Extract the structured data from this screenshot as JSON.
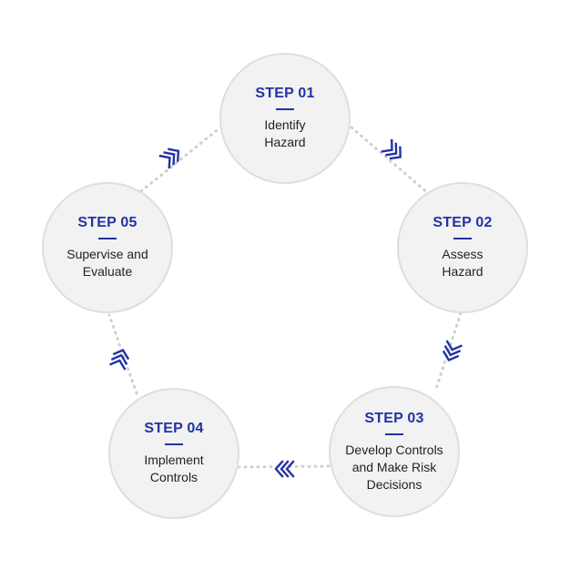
{
  "accent_color": "#2233a3",
  "steps": [
    {
      "title": "STEP 01",
      "lines": [
        "Identify",
        "Hazard"
      ]
    },
    {
      "title": "STEP 02",
      "lines": [
        "Assess",
        "Hazard"
      ]
    },
    {
      "title": "STEP 03",
      "lines": [
        "Develop Controls",
        "and Make Risk",
        "Decisions"
      ]
    },
    {
      "title": "STEP 04",
      "lines": [
        "Implement",
        "Controls"
      ]
    },
    {
      "title": "STEP 05",
      "lines": [
        "Supervise and",
        "Evaluate"
      ]
    }
  ],
  "connectors": [
    {
      "from": "STEP 01",
      "to": "STEP 02",
      "icon": "triple-chevron-arrow-icon"
    },
    {
      "from": "STEP 02",
      "to": "STEP 03",
      "icon": "triple-chevron-arrow-icon"
    },
    {
      "from": "STEP 03",
      "to": "STEP 04",
      "icon": "triple-chevron-arrow-icon"
    },
    {
      "from": "STEP 04",
      "to": "STEP 05",
      "icon": "triple-chevron-arrow-icon"
    },
    {
      "from": "STEP 05",
      "to": "STEP 01",
      "icon": "triple-chevron-arrow-icon"
    }
  ]
}
